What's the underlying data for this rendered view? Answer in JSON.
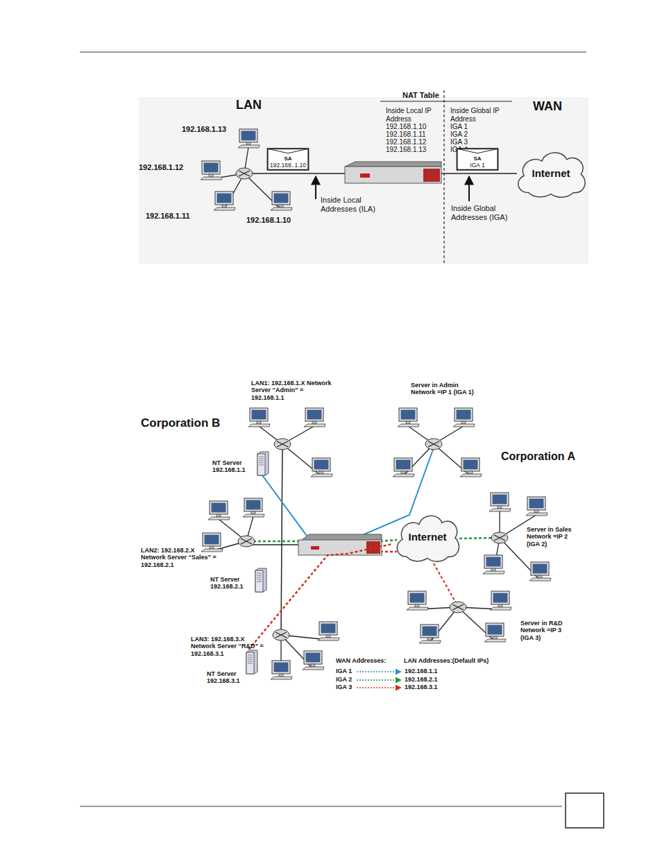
{
  "diagram": {
    "nodes": [
      {
        "text": [
          "SA",
          "192.168..1.10"
        ]
      },
      {
        "text": [
          "SA",
          "IGA 1"
        ]
      },
      {
        "text": [
          "Internet"
        ]
      },
      {
        "text": [
          "NT Server 192.168.1.1"
        ]
      },
      {
        "text": [
          "Internet"
        ]
      },
      {
        "text": [
          "NT Server 192.168.2.1"
        ]
      },
      {
        "text": [
          "NT Server 192.168.3.1"
        ]
      }
    ],
    "edges": [
      {
        "from": 6,
        "to": 4,
        "arrow": "none"
      }
    ],
    "labels": [
      "LAN",
      "WAN",
      "NAT Table",
      "Inside Local IP Address",
      "192.168.1.10",
      "192.168.1.11",
      "192.168.1.12",
      "192.168.1.13",
      "Inside Global IP Address",
      "IGA 1",
      "IGA 2",
      "IGA 3",
      "IGA 4",
      "192.168.1.13",
      "192.168.1.12",
      "192.168.1.11",
      "192.168.1.10",
      "Inside Local Addresses (ILA)",
      "Inside Global Addresses (IGA)",
      "Corporation B",
      "Corporation A",
      "LAN1: 192.168.1.X Network Server “Admin” = 192.168.1.1",
      "Server in Admin Network =IP 1 (IGA 1)",
      "Server in Sales Network =IP 2 (IGA 2)",
      "Server in R&D Network =IP 3 (IGA 3)",
      "LAN2: 192.168.2.X Network Server “Sales” = 192.168.2.1",
      "LAN3: 192.168.3.X Network Server “R&D” = 192.168.3.1",
      "WAN Addresses:",
      "LAN Addresses:(Default IPs)",
      "IGA 1",
      "IGA 2",
      "IGA 3",
      "192.168.1.1",
      "192.168.2.1",
      "192.168.3.1"
    ]
  }
}
